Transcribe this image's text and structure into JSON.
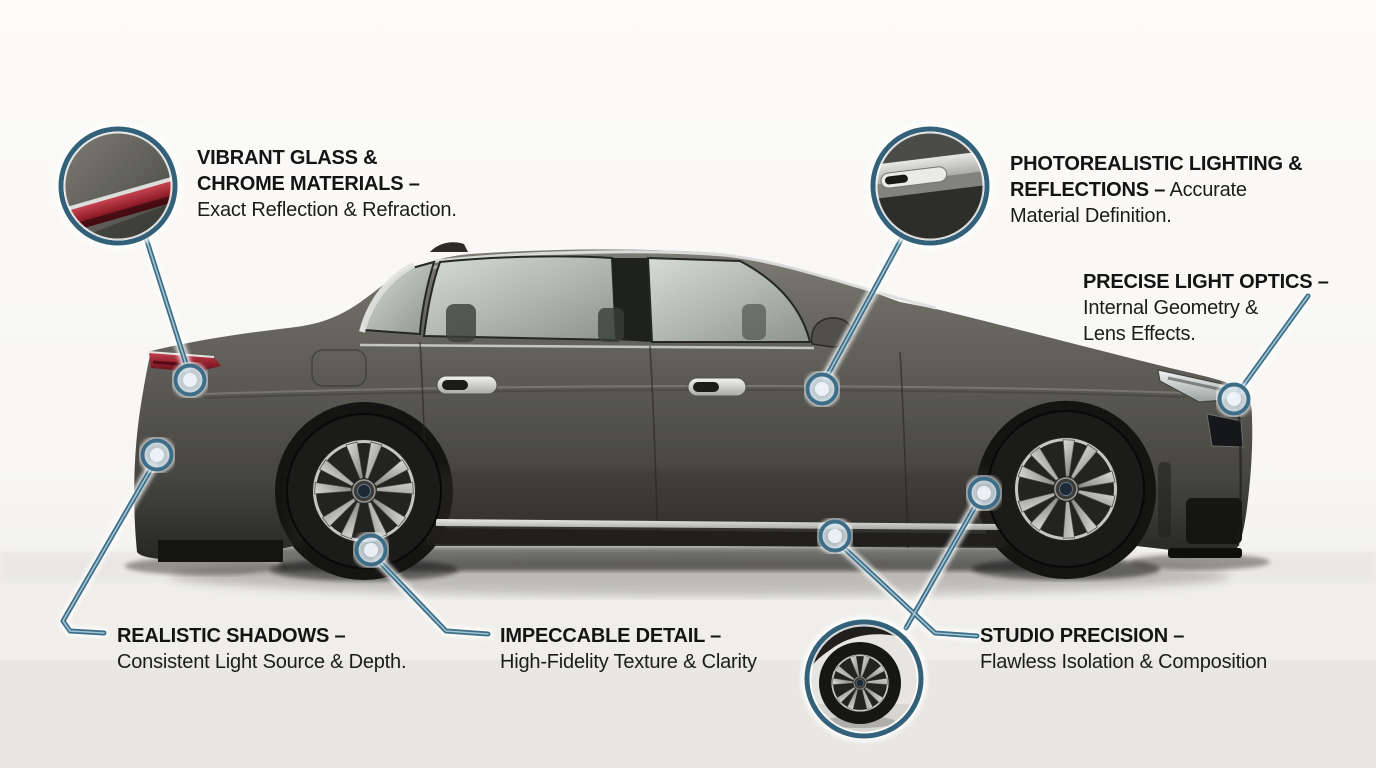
{
  "subject": {
    "description": "Dark grey luxury sedan, right-facing side profile, studio backdrop",
    "body_color": "#55544e",
    "background_color": "#f8f7f4",
    "floor_color": "#e9e7e3"
  },
  "style": {
    "accent_line_color": "#3e6e87",
    "marker_fill_color": "#d7e6ee",
    "text_color": "#141414"
  },
  "callouts": {
    "vibrant_glass": {
      "title_line1": "VIBRANT GLASS &",
      "title_line2": "CHROME MATERIALS –",
      "body_line1": "Exact Reflection & Refraction."
    },
    "photorealistic_lighting": {
      "title_line1": "PHOTOREALISTIC LIGHTING &",
      "title_line2": "REFLECTIONS –",
      "body_inline": "Accurate",
      "body_line2": "Material Definition."
    },
    "precise_light_optics": {
      "title_line1": "PRECISE LIGHT OPTICS –",
      "body_line1": "Internal Geometry &",
      "body_line2": "Lens Effects."
    },
    "realistic_shadows": {
      "title_line1": "REALISTIC SHADOWS –",
      "body_line1": "Consistent Light Source & Depth."
    },
    "impeccable_detail": {
      "title_line1": "IMPECCABLE DETAIL –",
      "body_line1": "High-Fidelity Texture & Clarity"
    },
    "studio_precision": {
      "title_line1": "STUDIO PRECISION –",
      "body_line1": "Flawless Isolation & Composition"
    }
  },
  "insets": [
    "tail-light-zoom",
    "door-handle-zoom",
    "front-wheel-zoom"
  ],
  "markers": [
    "tail-light",
    "rear-bumper",
    "rear-wheel",
    "door-handle",
    "rocker-panel",
    "front-fender",
    "headlight"
  ]
}
